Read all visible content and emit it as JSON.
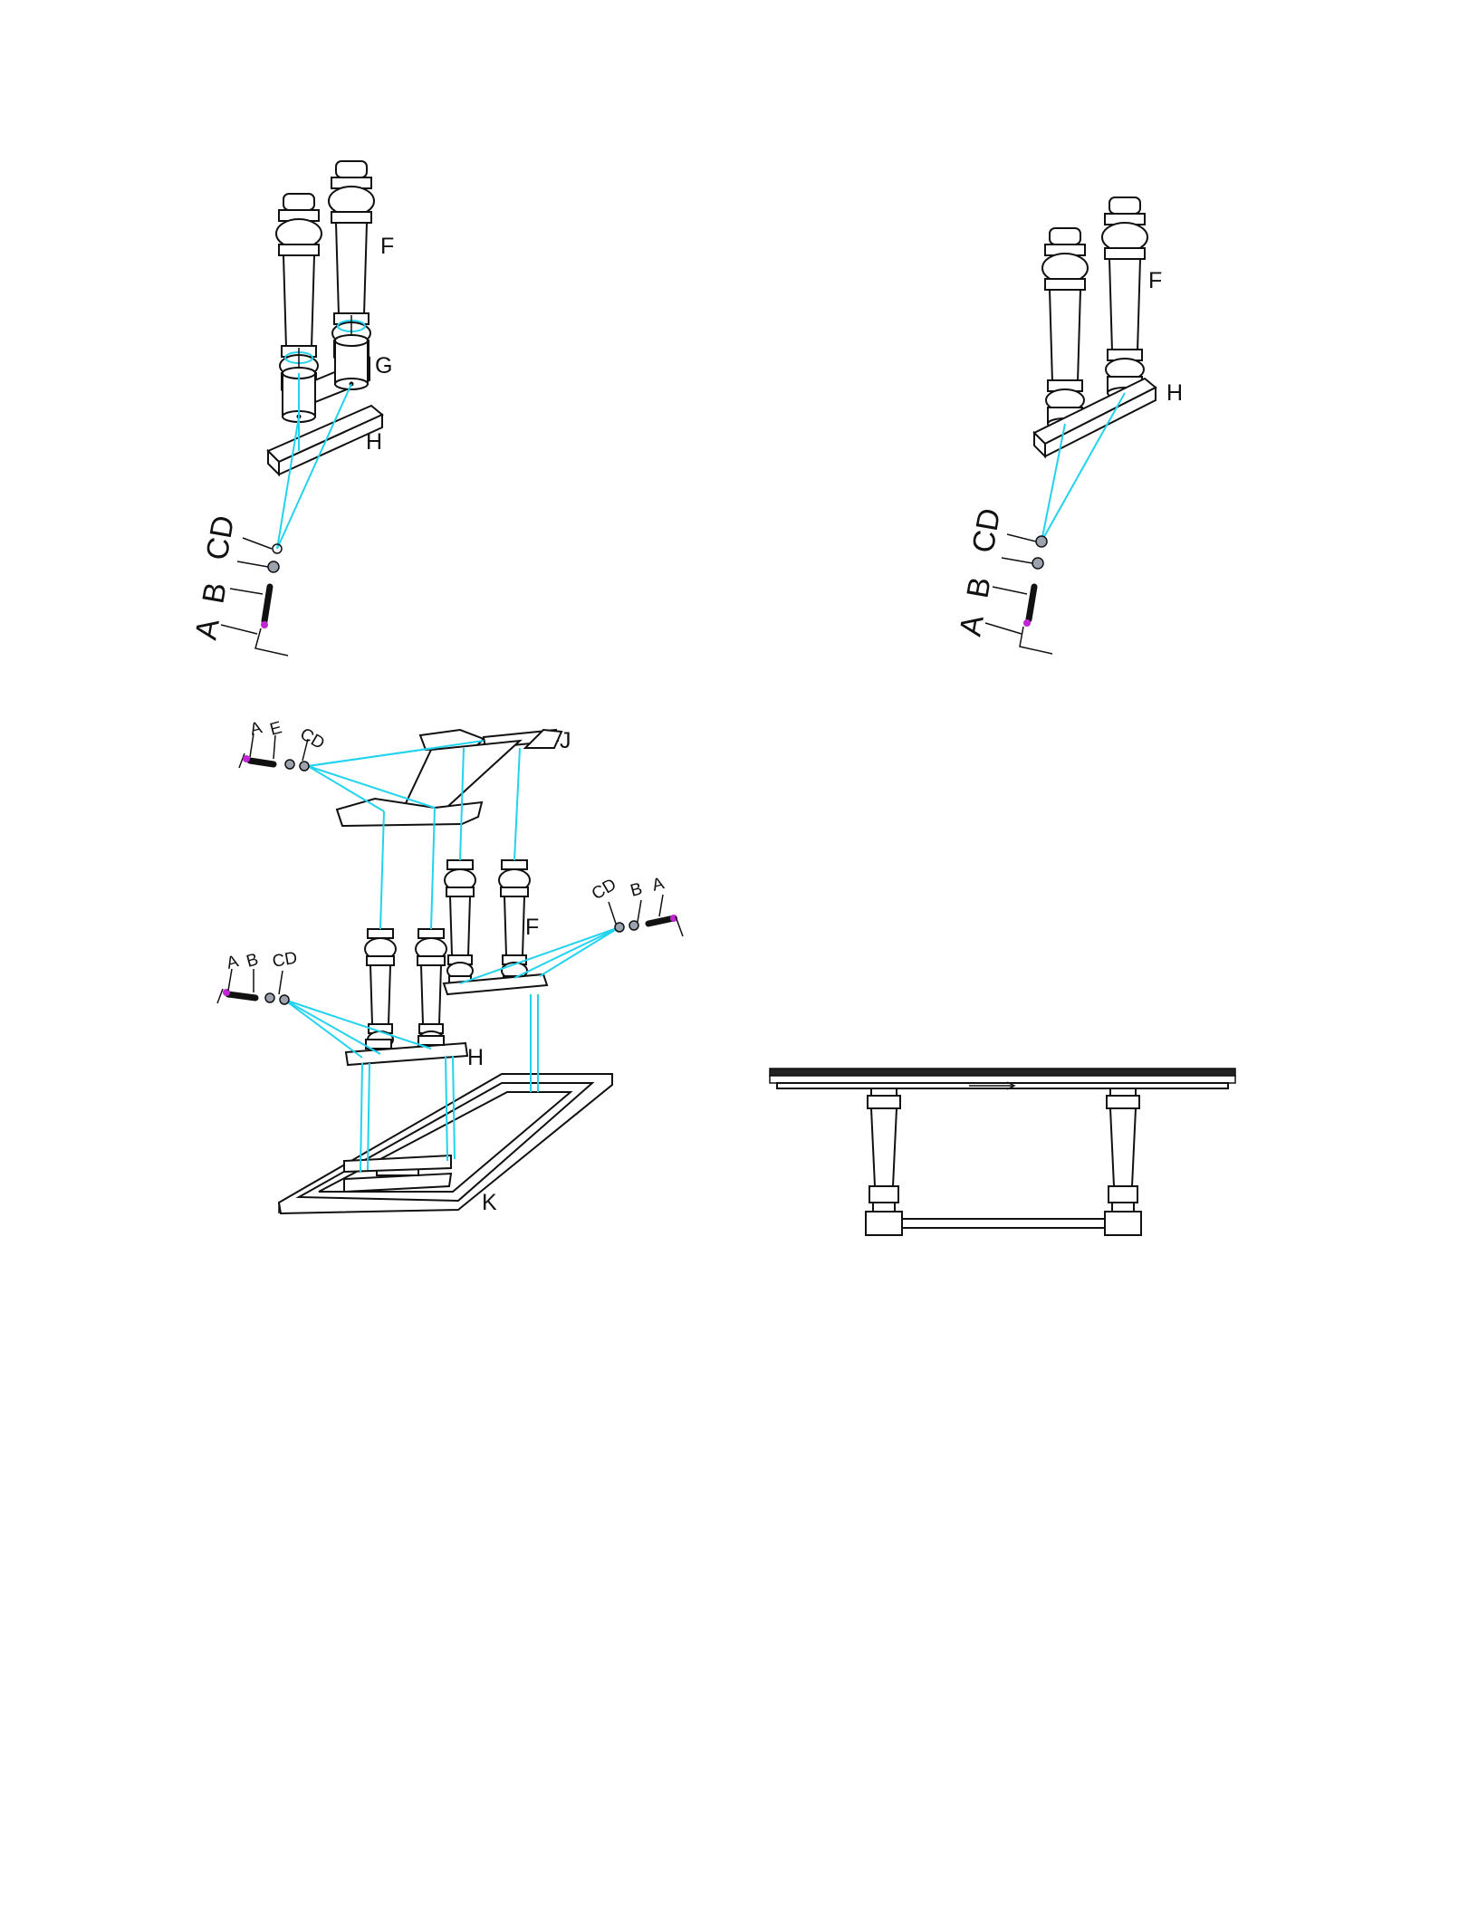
{
  "colors": {
    "guide": "#22d3ee",
    "bolt_head": "#c026d3",
    "ink": "#111111"
  },
  "diagram1": {
    "label_leg": "F",
    "label_block": "G",
    "label_bracket": "H",
    "label_washers": "CD",
    "label_bolt": "B",
    "label_key": "A"
  },
  "diagram2": {
    "label_leg": "F",
    "label_bracket": "H",
    "label_washers": "CD",
    "label_bolt": "B",
    "label_key": "A"
  },
  "diagram3": {
    "label_top_frame": "J",
    "label_leg": "F",
    "label_bracket": "H",
    "label_base_frame": "K",
    "hw_top": {
      "a": "A",
      "b": "E",
      "cd": "CD"
    },
    "hw_left": {
      "a": "A",
      "b": "B",
      "cd": "CD"
    },
    "hw_right": {
      "a": "A",
      "b": "B",
      "cd": "CD"
    }
  },
  "diagram4": {
    "icons": [
      "assembled-table-icon"
    ]
  }
}
